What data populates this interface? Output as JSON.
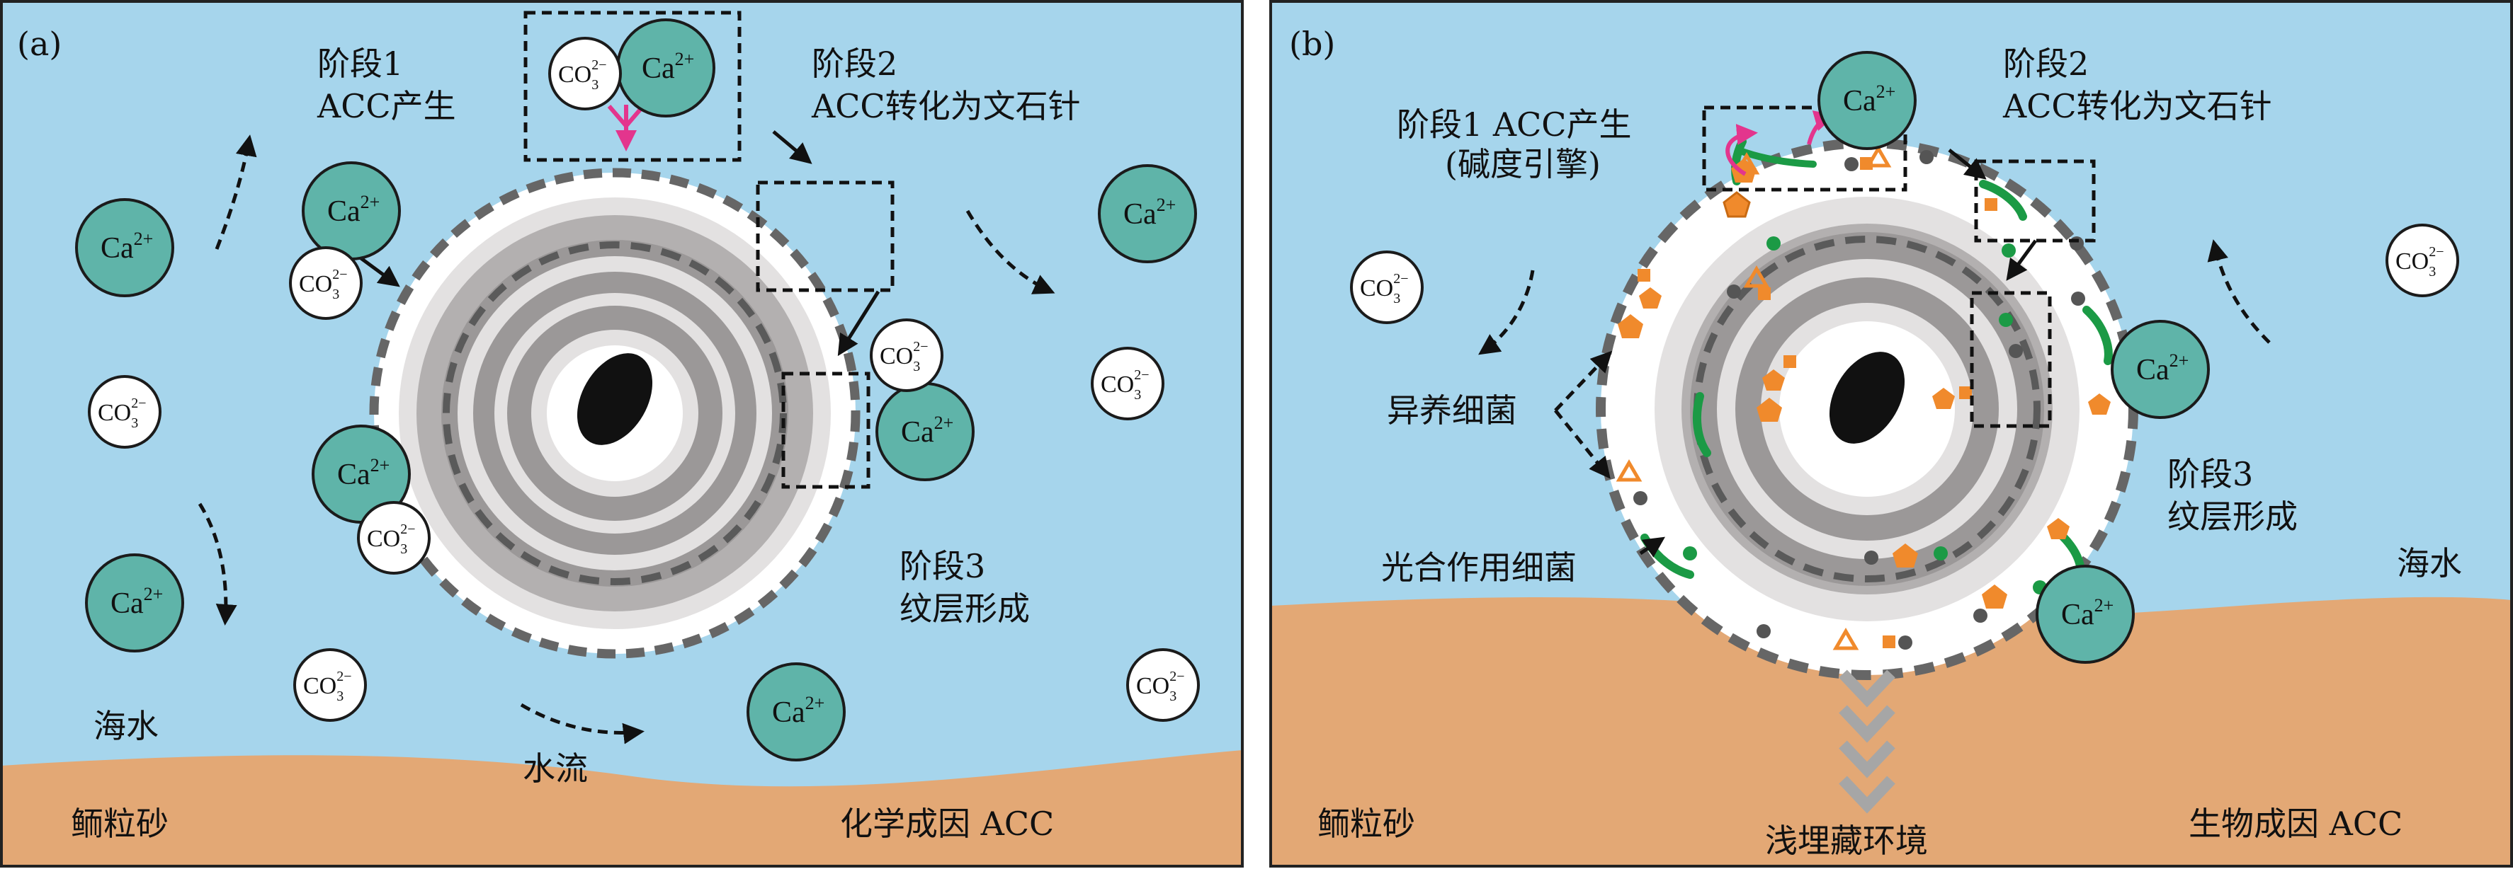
{
  "panels": [
    {
      "id": "a",
      "tag": "(a)",
      "stage1": [
        "阶段1",
        "ACC产生"
      ],
      "stage2": [
        "阶段2",
        "ACC转化为文石针"
      ],
      "stage3": [
        "阶段3",
        "纹层形成"
      ],
      "seawater": "海水",
      "current": "水流",
      "sediment": "鲕粒砂",
      "origin": "化学成因 ACC"
    },
    {
      "id": "b",
      "tag": "(b)",
      "stage1": [
        "阶段1 ACC产生",
        "(碱度引擎)"
      ],
      "stage2": [
        "阶段2",
        "ACC转化为文石针"
      ],
      "stage3": [
        "阶段3",
        "纹层形成"
      ],
      "heterotroph": "异养细菌",
      "photosynth": "光合作用细菌",
      "seawater": "海水",
      "sediment": "鲕粒砂",
      "burial": "浅埋藏环境",
      "origin": "生物成因 ACC"
    }
  ],
  "ions": {
    "ca_base": "Ca",
    "ca_sup": "2+",
    "co3_base": "CO",
    "co3_sub": "3",
    "co3_sup": "2−"
  },
  "colors": {
    "water": "#a6d5ec",
    "sand": "#e3a875",
    "ion_ca": "#5fb4a9",
    "ring_dark": "#9b9898",
    "ring_mid": "#b3b0b0",
    "ring_light": "#e3e1e1",
    "bacteria_orange": "#f08a2c",
    "bacteria_green": "#1b9a45",
    "arrow_magenta": "#e3358d",
    "burial_arrow": "#a6a6a6"
  },
  "icons": [
    "calcium-ion",
    "carbonate-ion",
    "ooid",
    "nucleus",
    "dashed-arrow",
    "black-arrow",
    "magenta-arrow",
    "chevron-down-icon"
  ]
}
